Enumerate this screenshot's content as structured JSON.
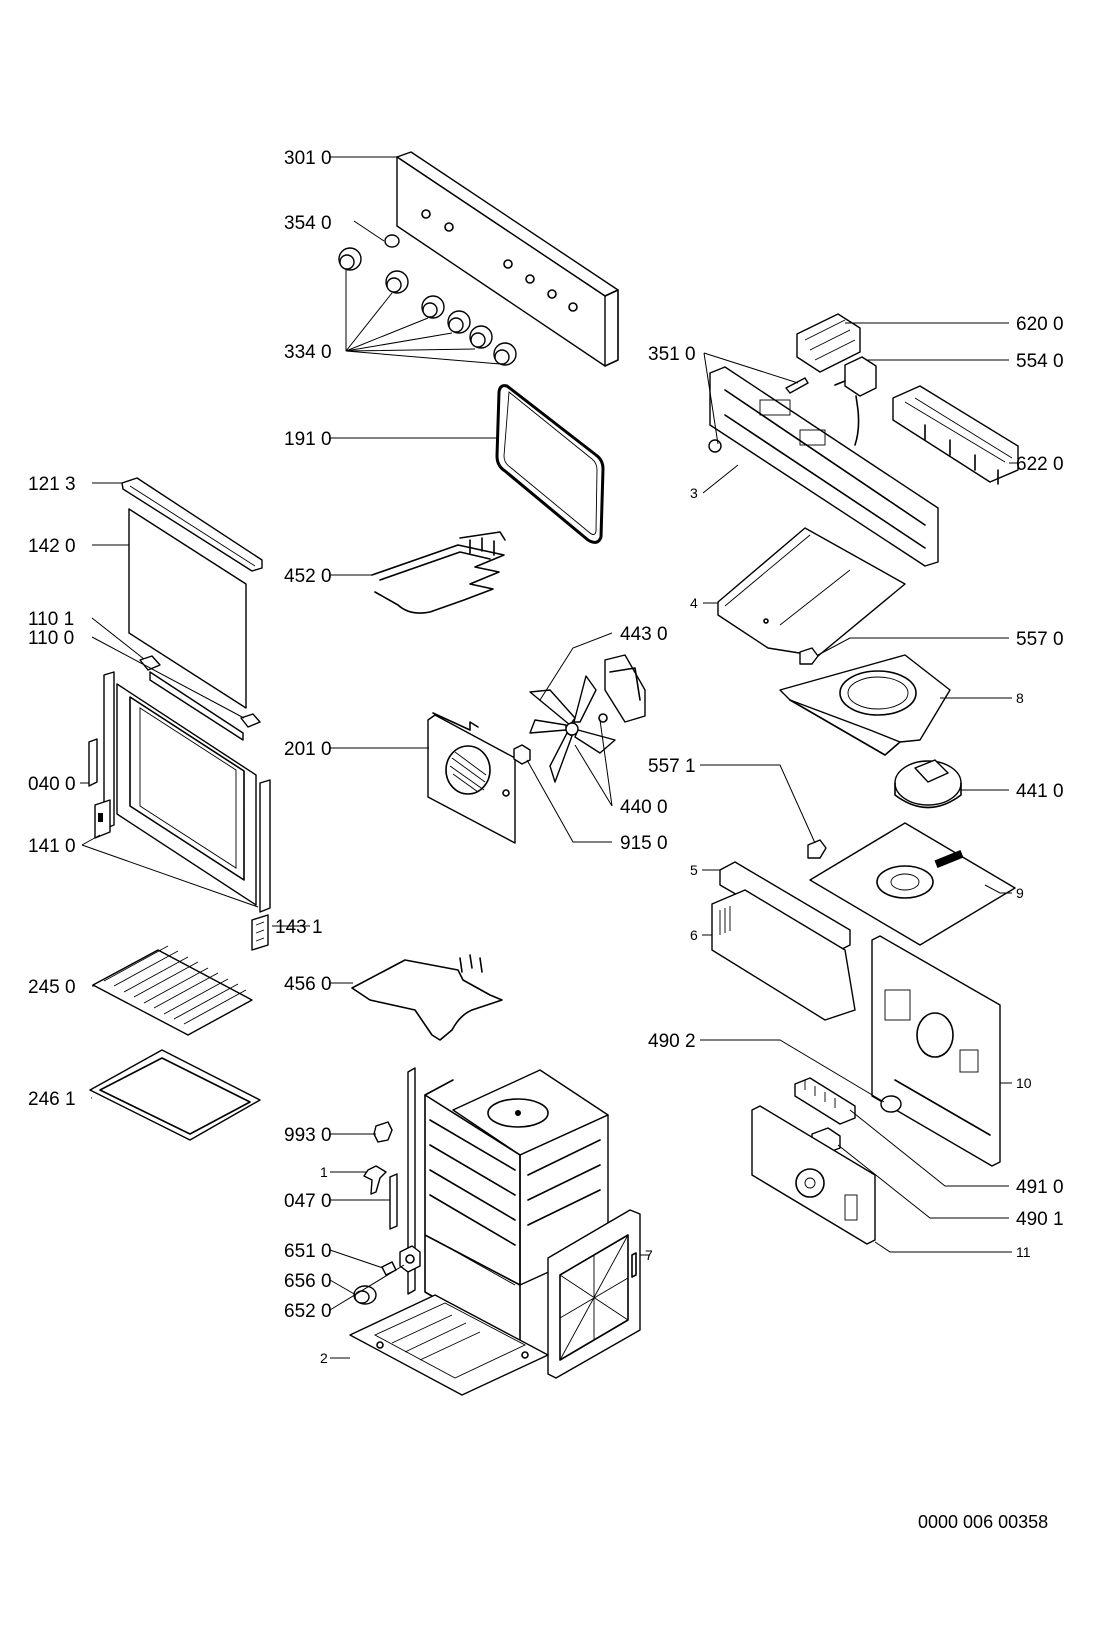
{
  "labels": {
    "l3010": "301 0",
    "l3540": "354 0",
    "l3340": "334 0",
    "l1910": "191 0",
    "l1213": "121 3",
    "l1420": "142 0",
    "l4520": "452 0",
    "l1101": "110 1",
    "l1100": "110 0",
    "l0400": "040 0",
    "l1410": "141 0",
    "l2010": "201 0",
    "l1431": "143 1",
    "l2450": "245 0",
    "l4560": "456 0",
    "l2461": "246 1",
    "l9930": "993 0",
    "l1": "1",
    "l0470": "047 0",
    "l6510": "651 0",
    "l6560": "656 0",
    "l6520": "652 0",
    "l2": "2",
    "l6200": "620 0",
    "l3510": "351 0",
    "l5540": "554 0",
    "l6220": "622 0",
    "l3": "3",
    "l4": "4",
    "l4430": "443 0",
    "l5570": "557 0",
    "l8": "8",
    "l4400": "440 0",
    "l4410": "441 0",
    "l9150": "915 0",
    "l5571": "557 1",
    "l5": "5",
    "l9": "9",
    "l6": "6",
    "l4902": "490 2",
    "l10": "10",
    "l7": "7",
    "l4910": "491 0",
    "l4901": "490 1",
    "l11": "11"
  },
  "doc_code": "0000 006 00358"
}
